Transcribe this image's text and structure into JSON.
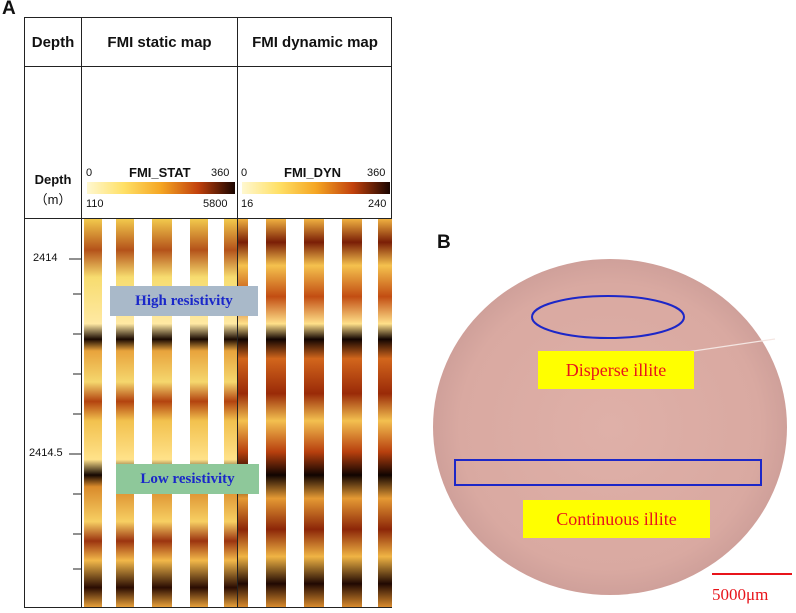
{
  "panels": {
    "a_label": "A",
    "b_label": "B"
  },
  "log": {
    "headers": {
      "depth": "Depth",
      "static": "FMI static map",
      "dynamic": "FMI dynamic map"
    },
    "depth_column": {
      "title": "Depth",
      "unit": "（m）"
    },
    "static_scale": {
      "name": "FMI_STAT",
      "azimuth_min": "0",
      "azimuth_max": "360",
      "value_min": "110",
      "value_max": "5800"
    },
    "dynamic_scale": {
      "name": "FMI_DYN",
      "azimuth_min": "0",
      "azimuth_max": "360",
      "value_min": "16",
      "value_max": "240"
    },
    "depth_ticks": [
      {
        "label": "2414"
      },
      {
        "label": "2414.5"
      }
    ],
    "callouts": {
      "high": "High resistivity",
      "low": "Low resistivity"
    },
    "colors": {
      "callout_high_bg": "#a9b9c9",
      "callout_low_bg": "#8ec89a",
      "callout_text": "#1a27c9"
    }
  },
  "core": {
    "disperse_label": "Disperse illite",
    "continuous_label": "Continuous illite",
    "scale_bar": "5000μm",
    "colors": {
      "core_fill": "#dcaca4",
      "outline": "#1c27c8",
      "label_bg": "#ffff00",
      "label_text": "#e8141b"
    }
  }
}
